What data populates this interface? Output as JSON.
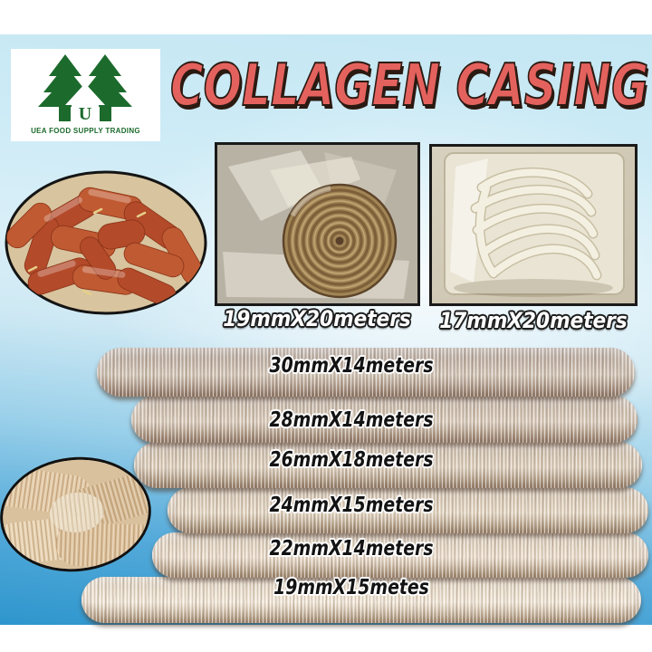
{
  "title": {
    "text": "COLLAGEN CASING"
  },
  "logo": {
    "company": "UEA FOOD SUPPLY TRADING",
    "monogram": "U"
  },
  "packaged_products": [
    {
      "label": "19mmX20meters",
      "description": "vacuum bag with coiled brown collagen casing"
    },
    {
      "label": "17mmX20meters",
      "description": "vacuum bag with folded white collagen casings"
    }
  ],
  "rolls": [
    {
      "label": "30mmX14meters"
    },
    {
      "label": "28mmX14meters"
    },
    {
      "label": "26mmX18meters"
    },
    {
      "label": "24mmX15meters"
    },
    {
      "label": "22mmX14meters"
    },
    {
      "label": "19mmX15metes"
    }
  ],
  "photos": {
    "sausages": "plate of red tied sausages",
    "closeup": "close-up of twisted collagen casing sticks"
  },
  "colors": {
    "title_red": "#e4625e",
    "title_outline": "#2b1a12",
    "logo_green": "#1c6b2d",
    "sky_top": "#c4e7f3",
    "sky_bottom": "#2e96cd",
    "roll_beige": "#d6c8b6"
  }
}
